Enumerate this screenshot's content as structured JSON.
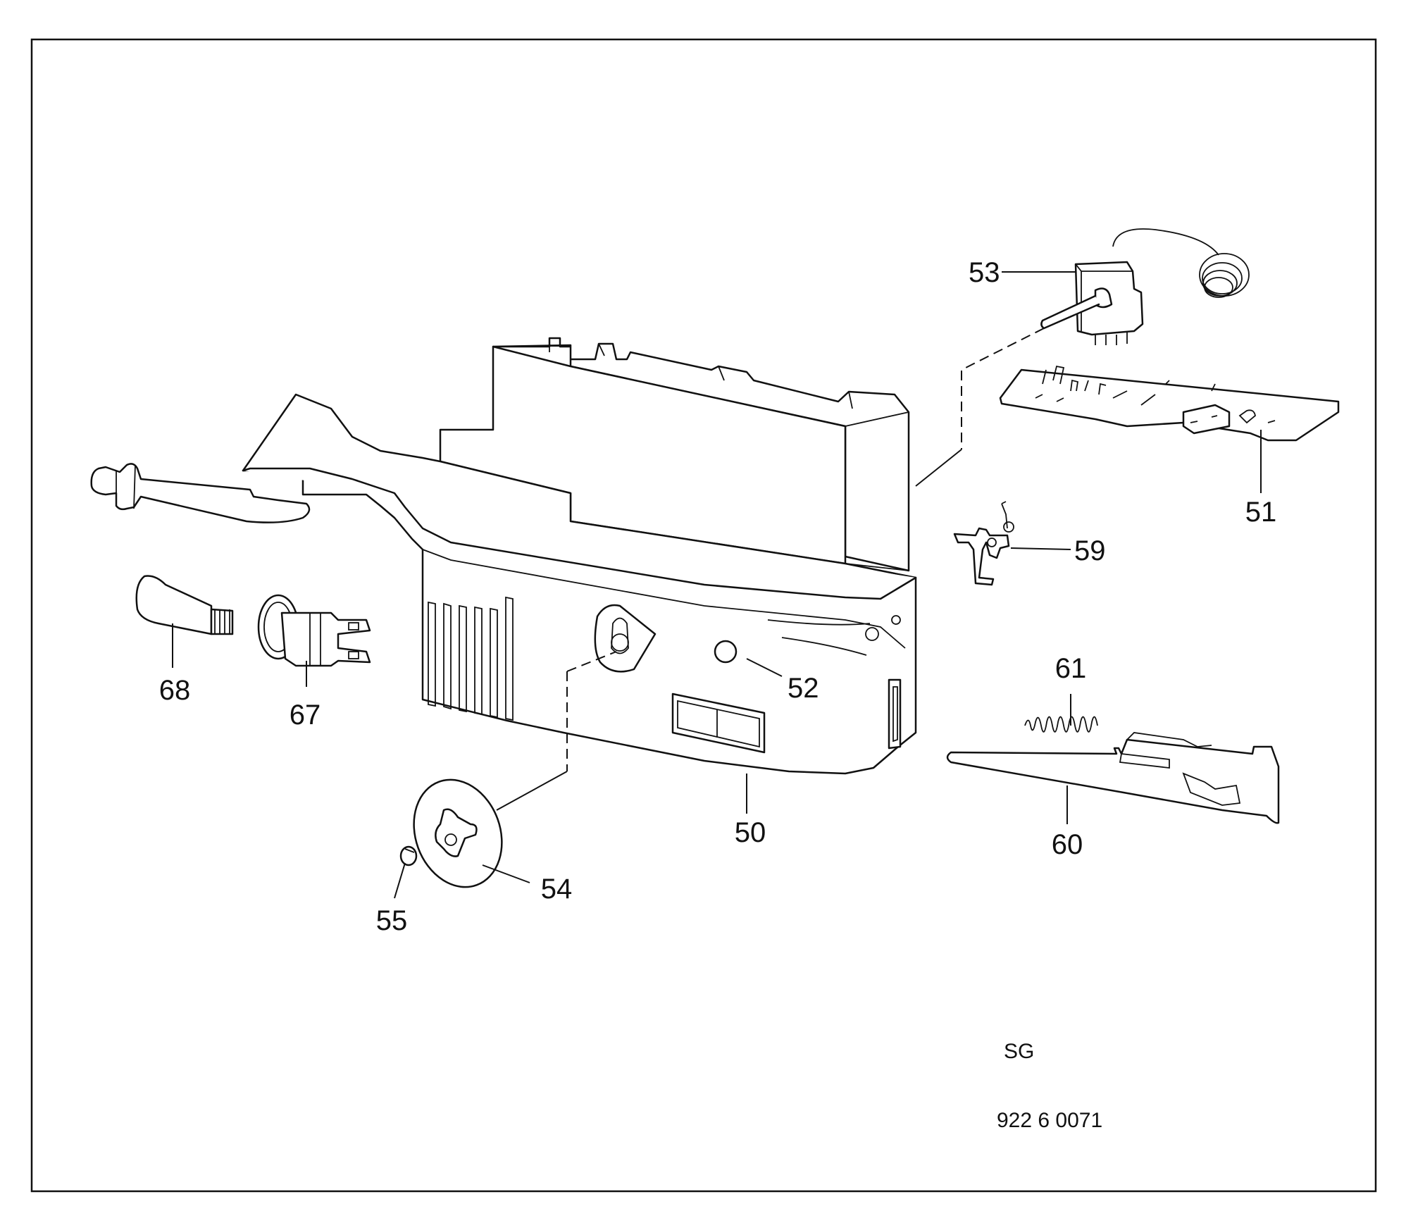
{
  "labels": {
    "p50": "50",
    "p51": "51",
    "p52": "52",
    "p53": "53",
    "p54": "54",
    "p55": "55",
    "p59": "59",
    "p60": "60",
    "p61": "61",
    "p67": "67",
    "p68": "68"
  },
  "footer": {
    "code": "SG",
    "drawing_number": "922 6 0071"
  }
}
